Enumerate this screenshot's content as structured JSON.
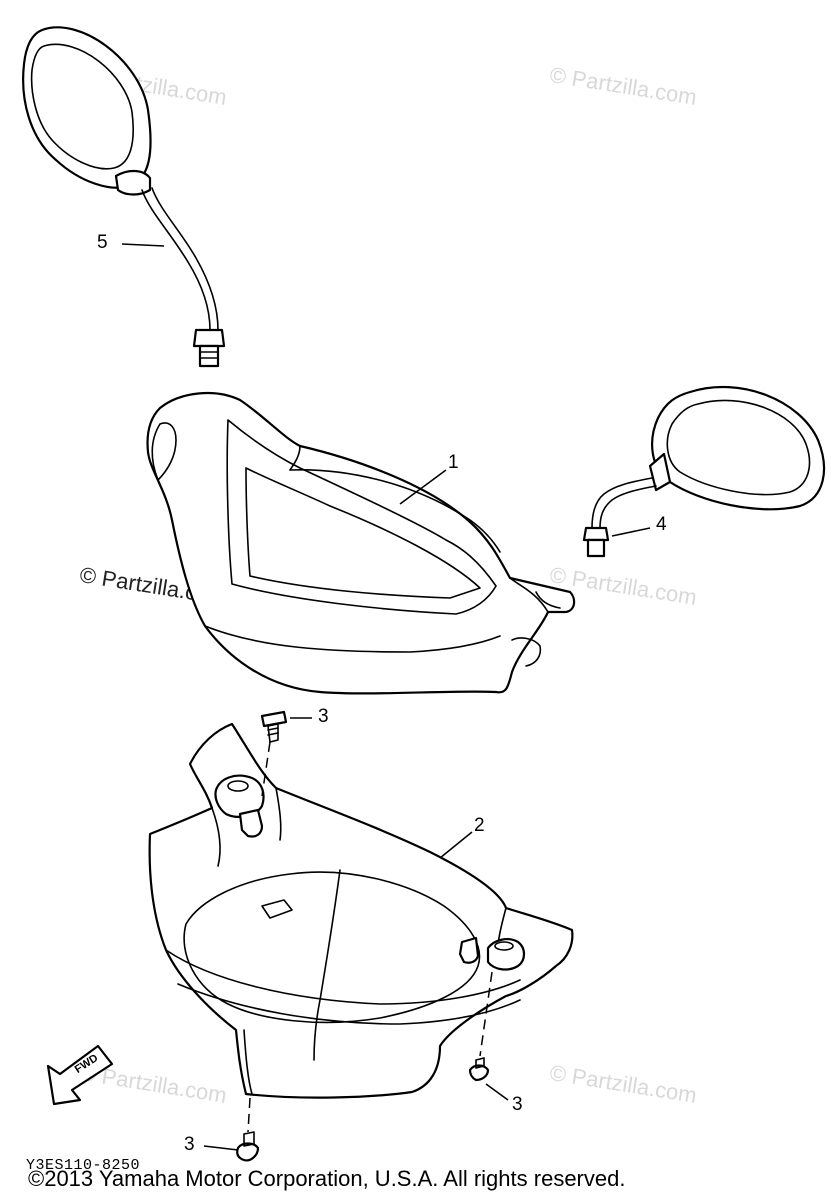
{
  "diagram": {
    "callouts": [
      {
        "id": "1",
        "label": "1"
      },
      {
        "id": "2",
        "label": "2"
      },
      {
        "id": "3a",
        "label": "3"
      },
      {
        "id": "3b",
        "label": "3"
      },
      {
        "id": "3c",
        "label": "3"
      },
      {
        "id": "4",
        "label": "4"
      },
      {
        "id": "5",
        "label": "5"
      }
    ],
    "watermark": "© Partzilla.com",
    "fwd_label": "FWD",
    "diagram_code": "Y3ES110-8250",
    "copyright": "©2013 Yamaha Motor Corporation, U.S.A. All rights reserved."
  }
}
